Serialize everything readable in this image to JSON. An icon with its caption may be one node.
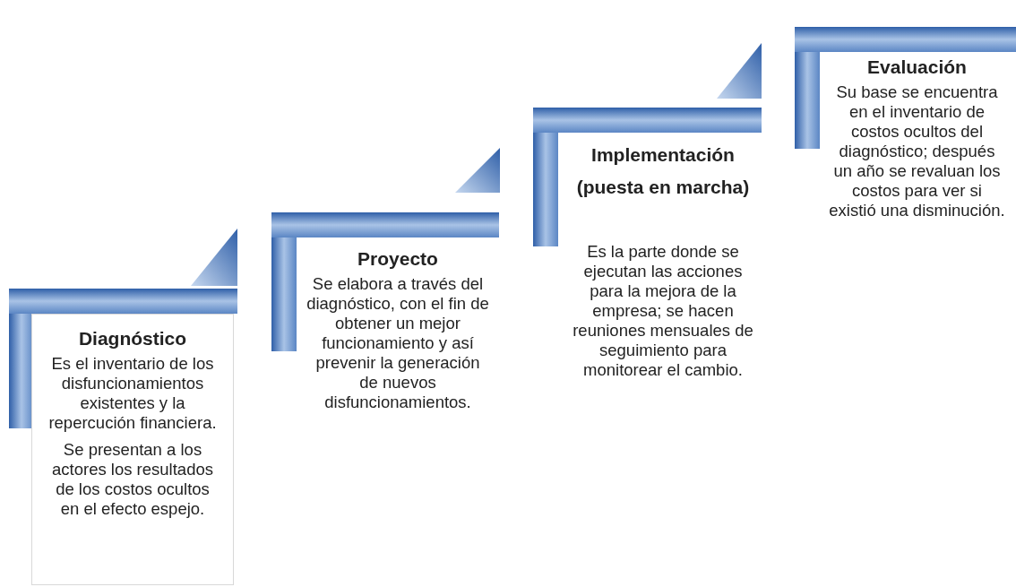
{
  "diagram": {
    "nodes": [
      {
        "text": [
          "Diagnóstico",
          "Es el inventario de los disfuncionamientos existentes y la repercución financiera.",
          "Se presentan a los actores los resultados de los costos ocultos en el efecto espejo."
        ]
      },
      {
        "text": [
          "Proyecto",
          "Se elabora a través del diagnóstico, con el fin de obtener un mejor funcionamiento y así prevenir la generación de nuevos disfuncionamientos."
        ]
      },
      {
        "text": [
          "Implementación",
          "(puesta en marcha)",
          "Es la parte donde se ejecutan las acciones para la mejora de la empresa; se hacen reuniones mensuales de seguimiento para monitorear el cambio."
        ]
      },
      {
        "text": [
          "Evaluación",
          "Su base se encuentra en el inventario de costos ocultos del diagnóstico; después un año se revaluan los costos para ver si existió una disminución."
        ]
      }
    ]
  }
}
